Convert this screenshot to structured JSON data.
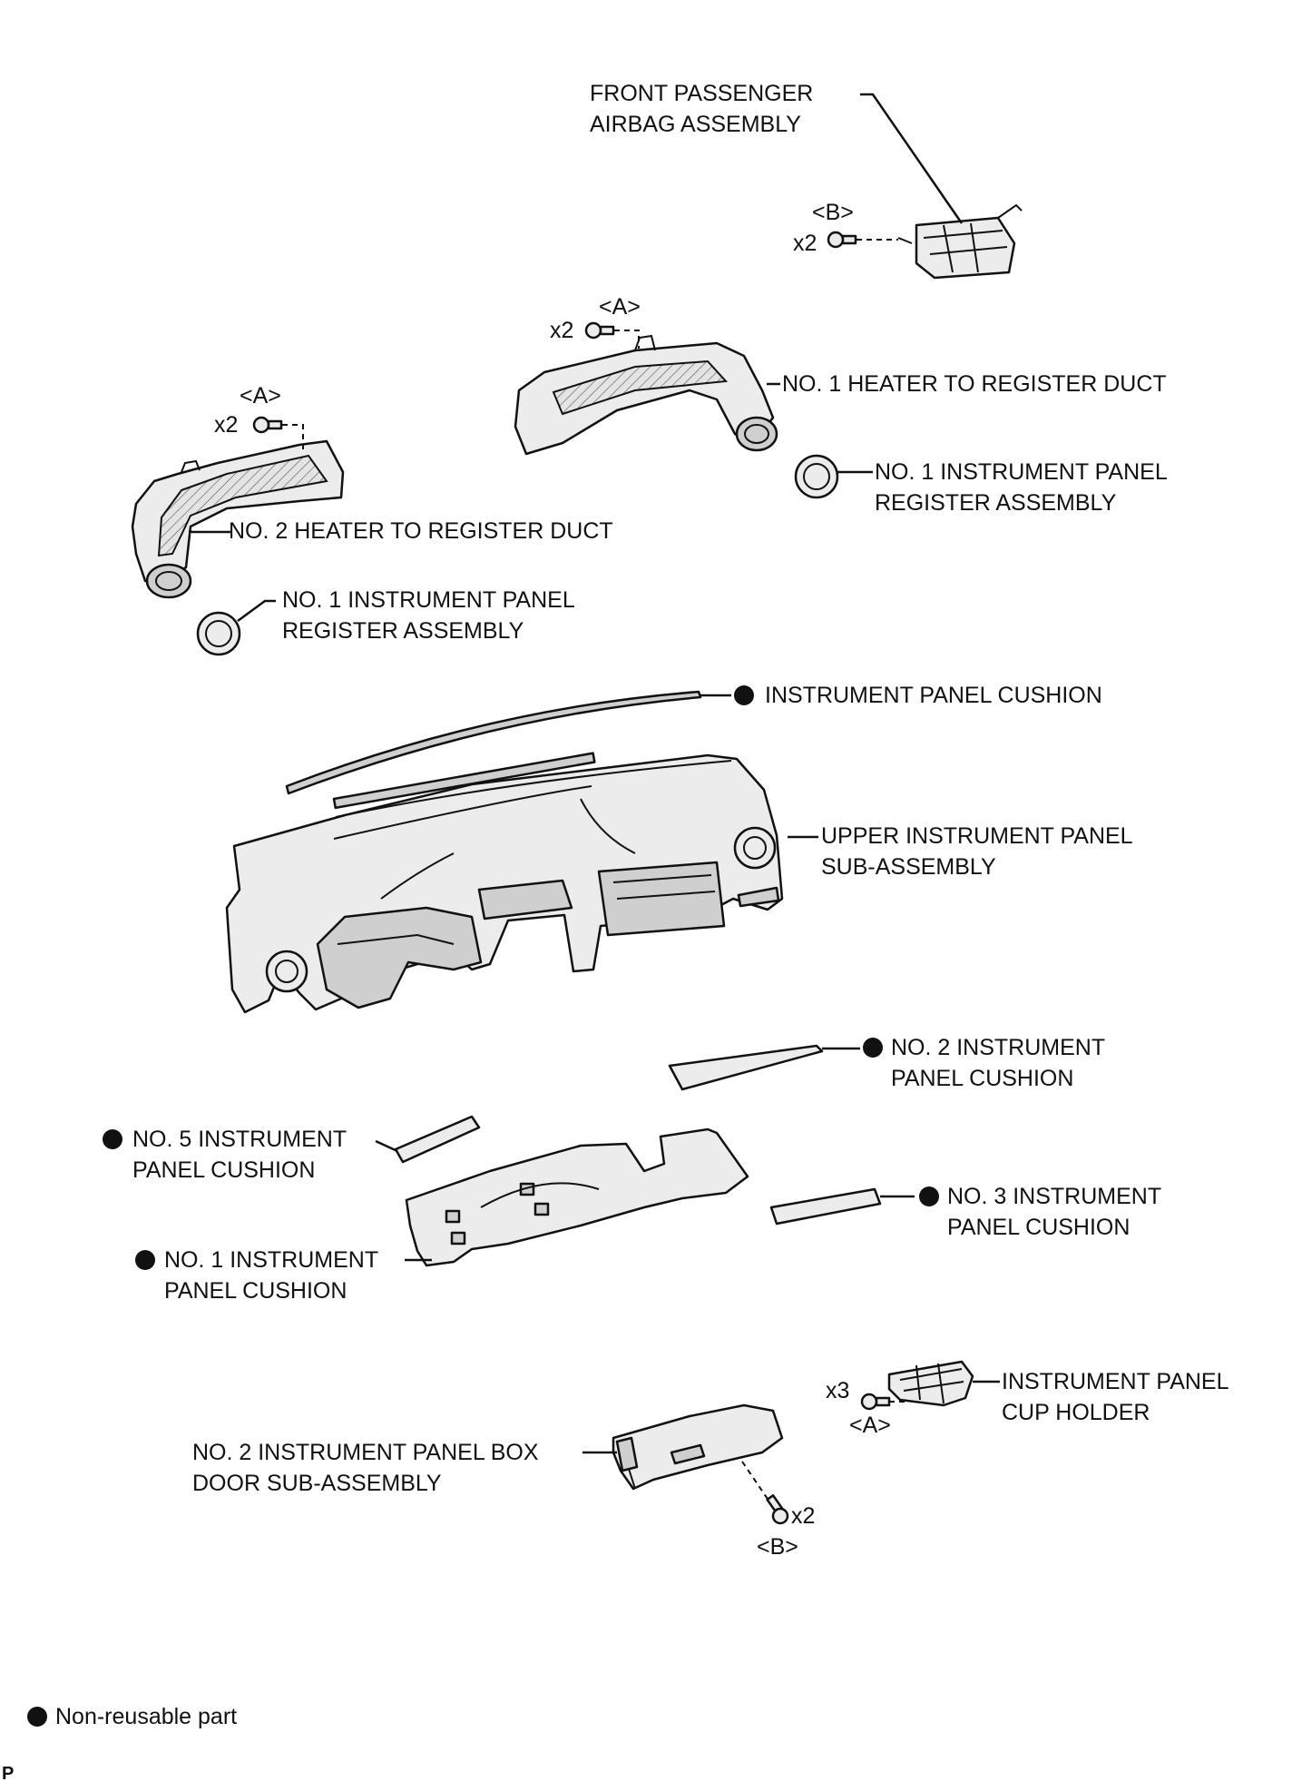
{
  "labels": {
    "front_passenger_airbag": [
      "FRONT PASSENGER",
      "AIRBAG ASSEMBLY"
    ],
    "no1_heater_duct": [
      "NO. 1 HEATER TO REGISTER DUCT"
    ],
    "no1_register_right": [
      "NO. 1 INSTRUMENT PANEL",
      "REGISTER ASSEMBLY"
    ],
    "no2_heater_duct": [
      "NO. 2 HEATER TO REGISTER DUCT"
    ],
    "no1_register_left": [
      "NO. 1 INSTRUMENT PANEL",
      "REGISTER ASSEMBLY"
    ],
    "instrument_panel_cushion": [
      "INSTRUMENT PANEL CUSHION"
    ],
    "upper_instrument_panel": [
      "UPPER INSTRUMENT PANEL",
      "SUB-ASSEMBLY"
    ],
    "no2_cushion": [
      "NO. 2 INSTRUMENT",
      "PANEL CUSHION"
    ],
    "no5_cushion": [
      "NO. 5 INSTRUMENT",
      "PANEL CUSHION"
    ],
    "no3_cushion": [
      "NO. 3 INSTRUMENT",
      "PANEL CUSHION"
    ],
    "no1_cushion": [
      "NO. 1 INSTRUMENT",
      "PANEL CUSHION"
    ],
    "cup_holder": [
      "INSTRUMENT PANEL",
      "CUP HOLDER"
    ],
    "box_door": [
      "NO. 2 INSTRUMENT PANEL BOX",
      "DOOR SUB-ASSEMBLY"
    ]
  },
  "fasteners": {
    "airbag": {
      "count": "x2",
      "ref": "<B>"
    },
    "no1_duct": {
      "count": "x2",
      "ref": "<A>"
    },
    "no2_duct": {
      "count": "x2",
      "ref": "<A>"
    },
    "cup_holder": {
      "count": "x3",
      "ref": "<A>"
    },
    "box_door": {
      "count": "x2",
      "ref": "<B>"
    }
  },
  "legend": {
    "text": "Non-reusable part"
  },
  "corner_mark": "P",
  "colors": {
    "ink": "#111111",
    "part_fill": "#ececec",
    "background": "#ffffff"
  }
}
